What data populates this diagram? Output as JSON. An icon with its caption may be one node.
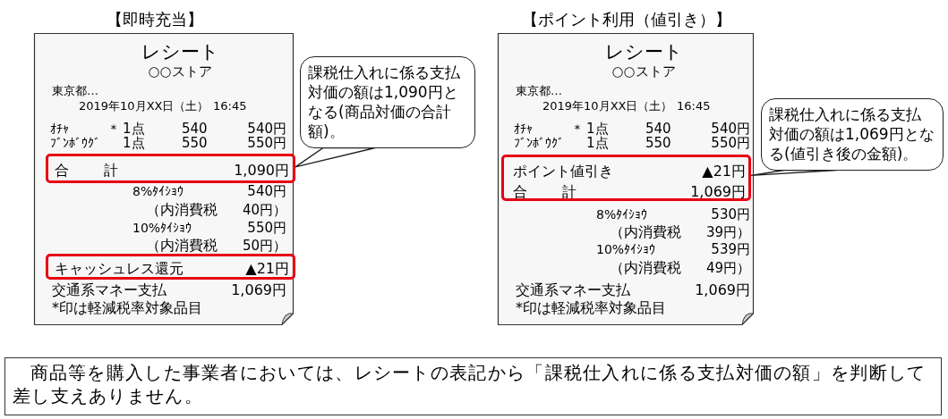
{
  "diagram": {
    "nodes": [
      {
        "text": [
          "【即時充当】",
          "レシート",
          "○○ストア",
          "東京都…",
          "2019年10月XX日（土）",
          "16:45",
          "ｵﾁｬ",
          "＊",
          "1点",
          "540",
          "540円",
          "ﾌﾞﾝﾎﾞｳｸﾞ",
          "1点",
          "550",
          "550円",
          "8%ﾀｲｼｮｳ",
          "540円",
          "（内消費税",
          "40円）",
          "10%ﾀｲｼｮｳ",
          "550円",
          "（内消費税",
          "50円）",
          "交通系マネー支払",
          "1,069円",
          "*印は軽減税率対象品目"
        ]
      },
      {
        "text": [
          "合",
          "計",
          "1,090円"
        ],
        "in": 0
      },
      {
        "text": [
          "キャッシュレス還元",
          "▲21円"
        ],
        "in": 0
      },
      {
        "text": [
          "課税仕入れに係る支払対価の額は1,090円となる(商品対価の合計額)。"
        ]
      },
      {
        "text": [
          "【ポイント利用（値引き）】",
          "レシート",
          "○○ストア",
          "東京都…",
          "2019年10月XX日（土）",
          "16:45",
          "ｵﾁｬ",
          "＊",
          "1点",
          "540",
          "540円",
          "ﾌﾞﾝﾎﾞｳｸﾞ",
          "1点",
          "550",
          "550円",
          "8%ﾀｲｼｮｳ",
          "530円",
          "（内消費税",
          "39円）",
          "10%ﾀｲｼｮｳ",
          "539円",
          "（内消費税",
          "49円）",
          "交通系マネー支払",
          "1,069円",
          "*印は軽減税率対象品目"
        ]
      },
      {
        "text": [
          "ポイント値引き",
          "▲21円",
          "合",
          "計",
          "1,069円"
        ],
        "in": 4
      },
      {
        "text": [
          "課税仕入れに係る支払対価の額は1,069円となる(値引き後の金額)。"
        ]
      },
      {
        "text": [
          "商品等を購入した事業者においては、レシートの表記から「課税仕入れに係る支払対価の額」を判断して差し支えありません。"
        ]
      }
    ],
    "edges": [
      {
        "from": 3,
        "to": 1,
        "arrow": "none"
      },
      {
        "from": 6,
        "to": 5,
        "arrow": "none"
      }
    ]
  }
}
